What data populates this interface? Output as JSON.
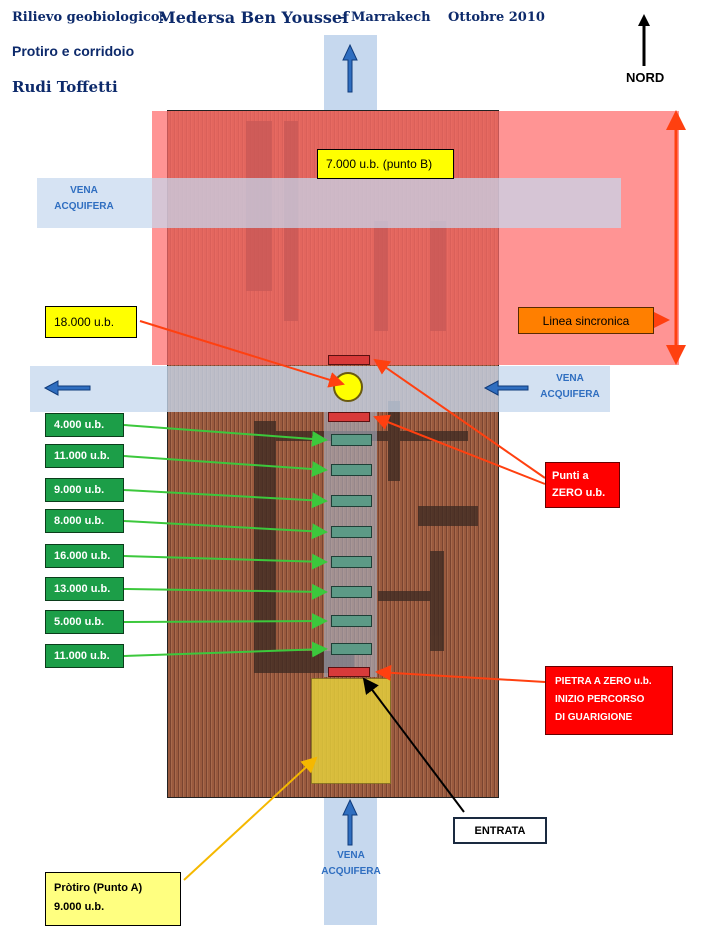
{
  "header": {
    "prefix": "Rilievo geobiologico:",
    "place": "Medersa  Ben Youssef",
    "city": "– Marrakech",
    "date": "Ottobre 2010",
    "subtitle": "Protiro e corridoio",
    "author": "Rudi Toffetti"
  },
  "compass": {
    "label": "NORD",
    "icon": "north-arrow-icon"
  },
  "labels": {
    "punto_b": "7.000 u.b. (punto B)",
    "center": "18.000 u.b.",
    "linea_sincronica": "Linea sincronica",
    "punti_zero": [
      "Punti a",
      "ZERO  u.b."
    ],
    "pietra_zero": [
      "PIETRA A ZERO  u.b.",
      "INIZIO PERCORSO",
      "DI GUARIGIONE"
    ],
    "entrata": "ENTRATA",
    "protiro": [
      "Pròtiro  (Punto A)",
      "9.000 u.b."
    ]
  },
  "vena": {
    "top_left": [
      "VENA",
      "ACQUIFERA"
    ],
    "mid_right": [
      "VENA",
      "ACQUIFERA"
    ],
    "bottom": [
      "VENA",
      "ACQUIFERA"
    ]
  },
  "measurements": [
    "4.000 u.b.",
    "11.000 u.b.",
    "9.000 u.b.",
    "8.000 u.b.",
    "16.000 u.b.",
    "13.000 u.b.",
    "5.000 u.b.",
    "11.000 u.b."
  ],
  "colors": {
    "green_label": "#1c9e48",
    "yellow_label": "#ffff00",
    "red_label": "#ff0000",
    "orange_label": "#ff7f00",
    "vena_band": "#c6d8ee",
    "sync_zone": "#ff6b6b",
    "arrow_blue": "#2f6ec0",
    "leader_green": "#3cc83c",
    "leader_red": "#ff4010"
  }
}
